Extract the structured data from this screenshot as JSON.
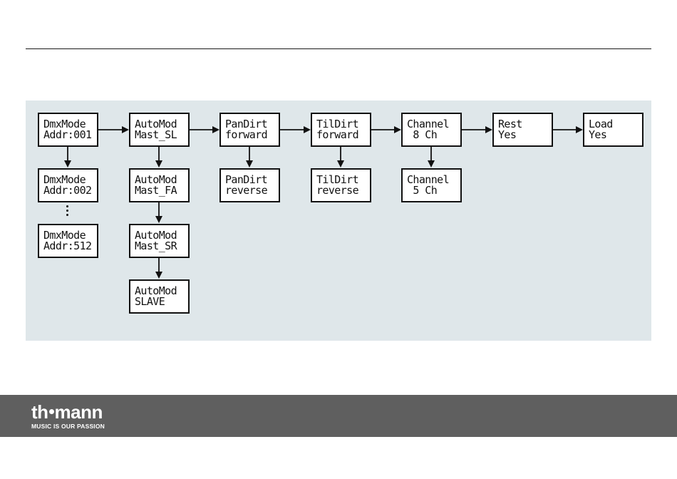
{
  "screens": {
    "dmx1": [
      "DmxMode",
      "Addr:001"
    ],
    "dmx2": [
      "DmxMode",
      "Addr:002"
    ],
    "dmx512": [
      "DmxMode",
      "Addr:512"
    ],
    "autoSL": [
      "AutoMod",
      "Mast_SL"
    ],
    "autoFA": [
      "AutoMod",
      "Mast_FA"
    ],
    "autoSR": [
      "AutoMod",
      "Mast_SR"
    ],
    "autoSLV": [
      "AutoMod",
      "SLAVE"
    ],
    "panFwd": [
      "PanDirt",
      "forward"
    ],
    "panRev": [
      "PanDirt",
      "reverse"
    ],
    "tilFwd": [
      "TilDirt",
      "forward"
    ],
    "tilRev": [
      "TilDirt",
      "reverse"
    ],
    "ch8": [
      "Channel",
      " 8 Ch"
    ],
    "ch5": [
      "Channel",
      " 5 Ch"
    ],
    "rest": [
      "Rest",
      "Yes"
    ],
    "load": [
      "Load",
      "Yes"
    ]
  },
  "footer": {
    "brand_part1": "th",
    "brand_part2": "mann",
    "tagline": "MUSIC IS OUR PASSION"
  }
}
